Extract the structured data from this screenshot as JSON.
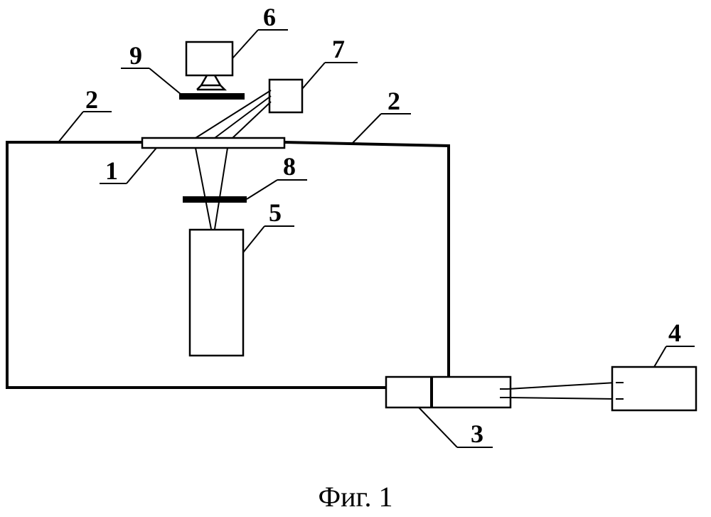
{
  "caption": "Фиг. 1",
  "labels": {
    "l1": "1",
    "l2a": "2",
    "l2b": "2",
    "l3": "3",
    "l4": "4",
    "l5": "5",
    "l6": "6",
    "l7": "7",
    "l8": "8",
    "l9": "9"
  },
  "colors": {
    "ink": "#000000",
    "paper": "#ffffff"
  }
}
